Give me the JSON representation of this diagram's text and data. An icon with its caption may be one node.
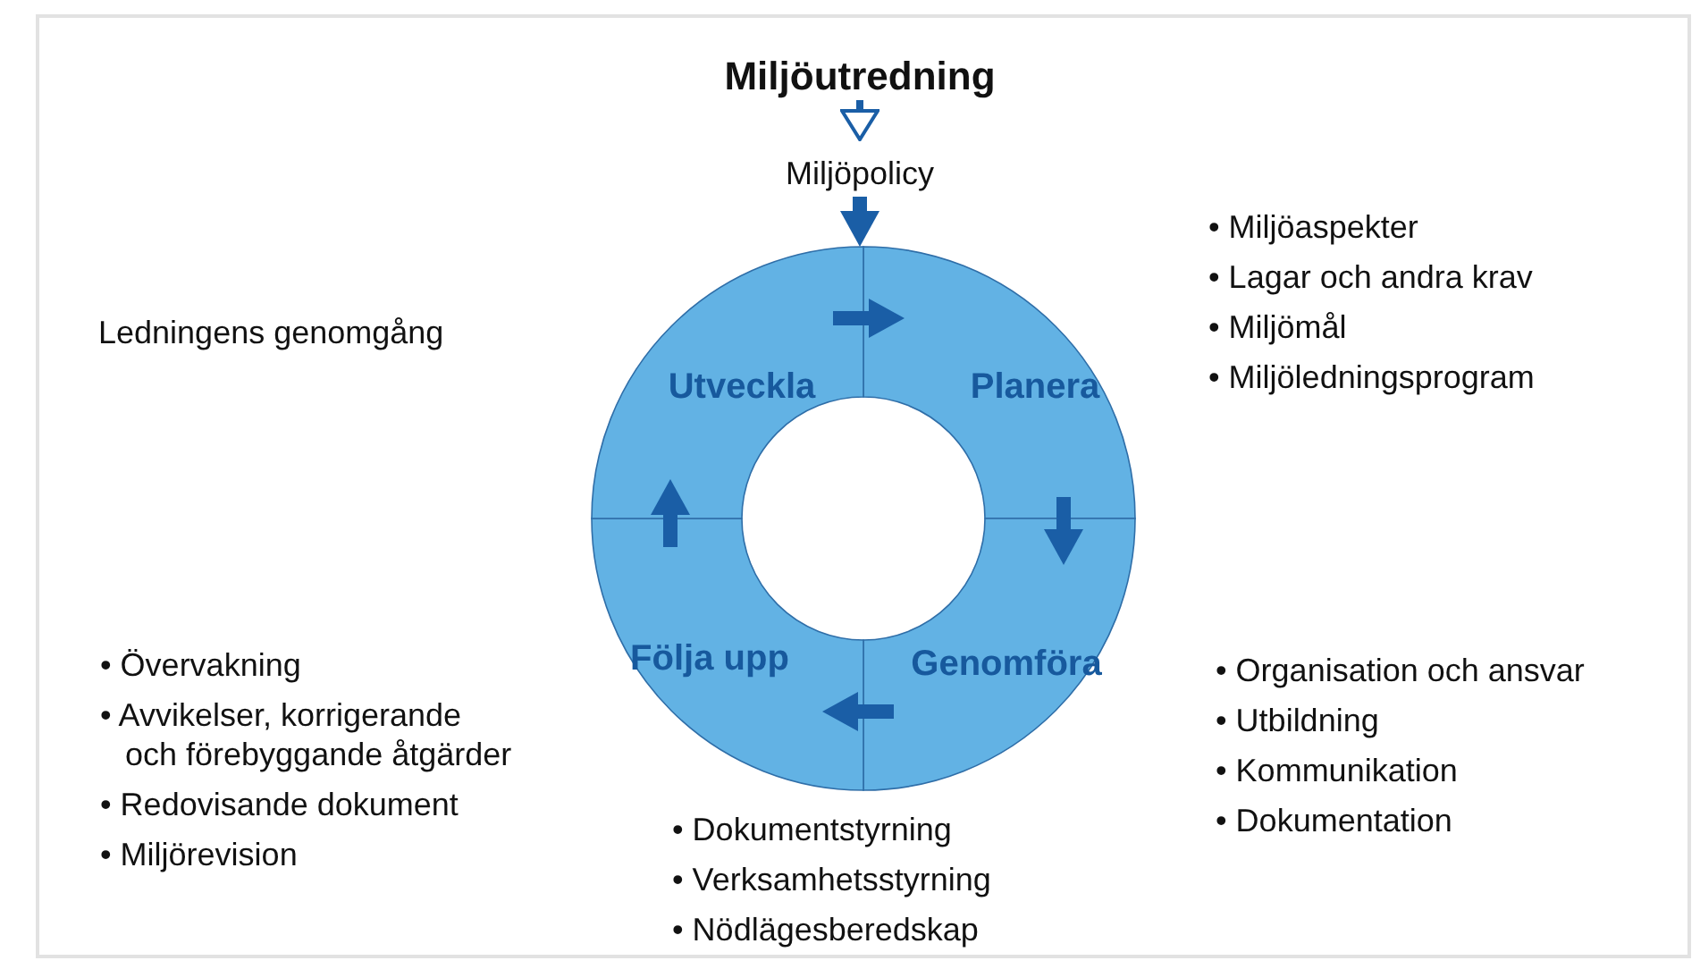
{
  "diagram": {
    "nodes": [
      {
        "text": [
          "Miljöutredning"
        ]
      },
      {
        "text": [
          "Miljöpolicy"
        ]
      },
      {
        "text": [],
        "shape": "circle"
      },
      {
        "text": [
          "Planera"
        ],
        "in": 2
      },
      {
        "text": [
          "Genomföra"
        ],
        "in": 2
      },
      {
        "text": [
          "Följa upp"
        ],
        "in": 2
      },
      {
        "text": [
          "Utveckla"
        ],
        "in": 2
      }
    ],
    "edges": [
      {
        "from": 0,
        "to": 1,
        "arrow": "to"
      },
      {
        "from": 1,
        "to": 2,
        "arrow": "to"
      },
      {
        "from": 6,
        "to": 3,
        "arrow": "to"
      },
      {
        "from": 3,
        "to": 4,
        "arrow": "to"
      },
      {
        "from": 4,
        "to": 5,
        "arrow": "to"
      },
      {
        "from": 5,
        "to": 6,
        "arrow": "to"
      }
    ],
    "labels": [
      "• Miljöaspekter",
      "• Lagar och andra krav",
      "• Miljömål",
      "• Miljöledningsprogram",
      "Ledningens genomgång",
      "• Övervakning",
      "• Avvikelser, korrigerande och förebyggande åtgärder",
      "• Redovisande dokument",
      "• Miljörevision",
      "• Organisation och ansvar",
      "• Utbildning",
      "• Kommunikation",
      "• Dokumentation",
      "• Dokumentstyrning",
      "• Verksamhetsstyrning",
      "• Nödlägesberedskap"
    ]
  }
}
